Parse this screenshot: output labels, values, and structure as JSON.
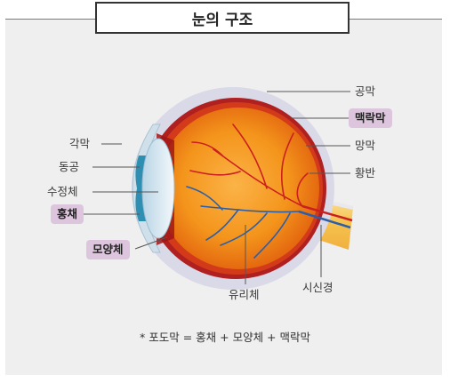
{
  "title": "눈의 구조",
  "labels": {
    "sclera": "공막",
    "choroid": "맥락막",
    "retina": "망막",
    "macula": "황반",
    "cornea": "각막",
    "pupil": "동공",
    "lens": "수정체",
    "iris": "홍채",
    "ciliary_body": "모양체",
    "vitreous": "유리체",
    "optic_nerve": "시신경"
  },
  "footnote": "* 포도막 = 홍채 + 모양체 + 맥락막",
  "colors": {
    "highlight": "#ddc6dd",
    "panel": "#efefef",
    "sclera": "#d9d9e8",
    "choroid": "#b02020",
    "vitreous": "#f39a1e",
    "vessel_red": "#cc1f1f",
    "vessel_blue": "#2d5ea8",
    "lens": "#dde9f2",
    "iris": "#2f8fb3",
    "optic_nerve": "#f6c65a"
  }
}
